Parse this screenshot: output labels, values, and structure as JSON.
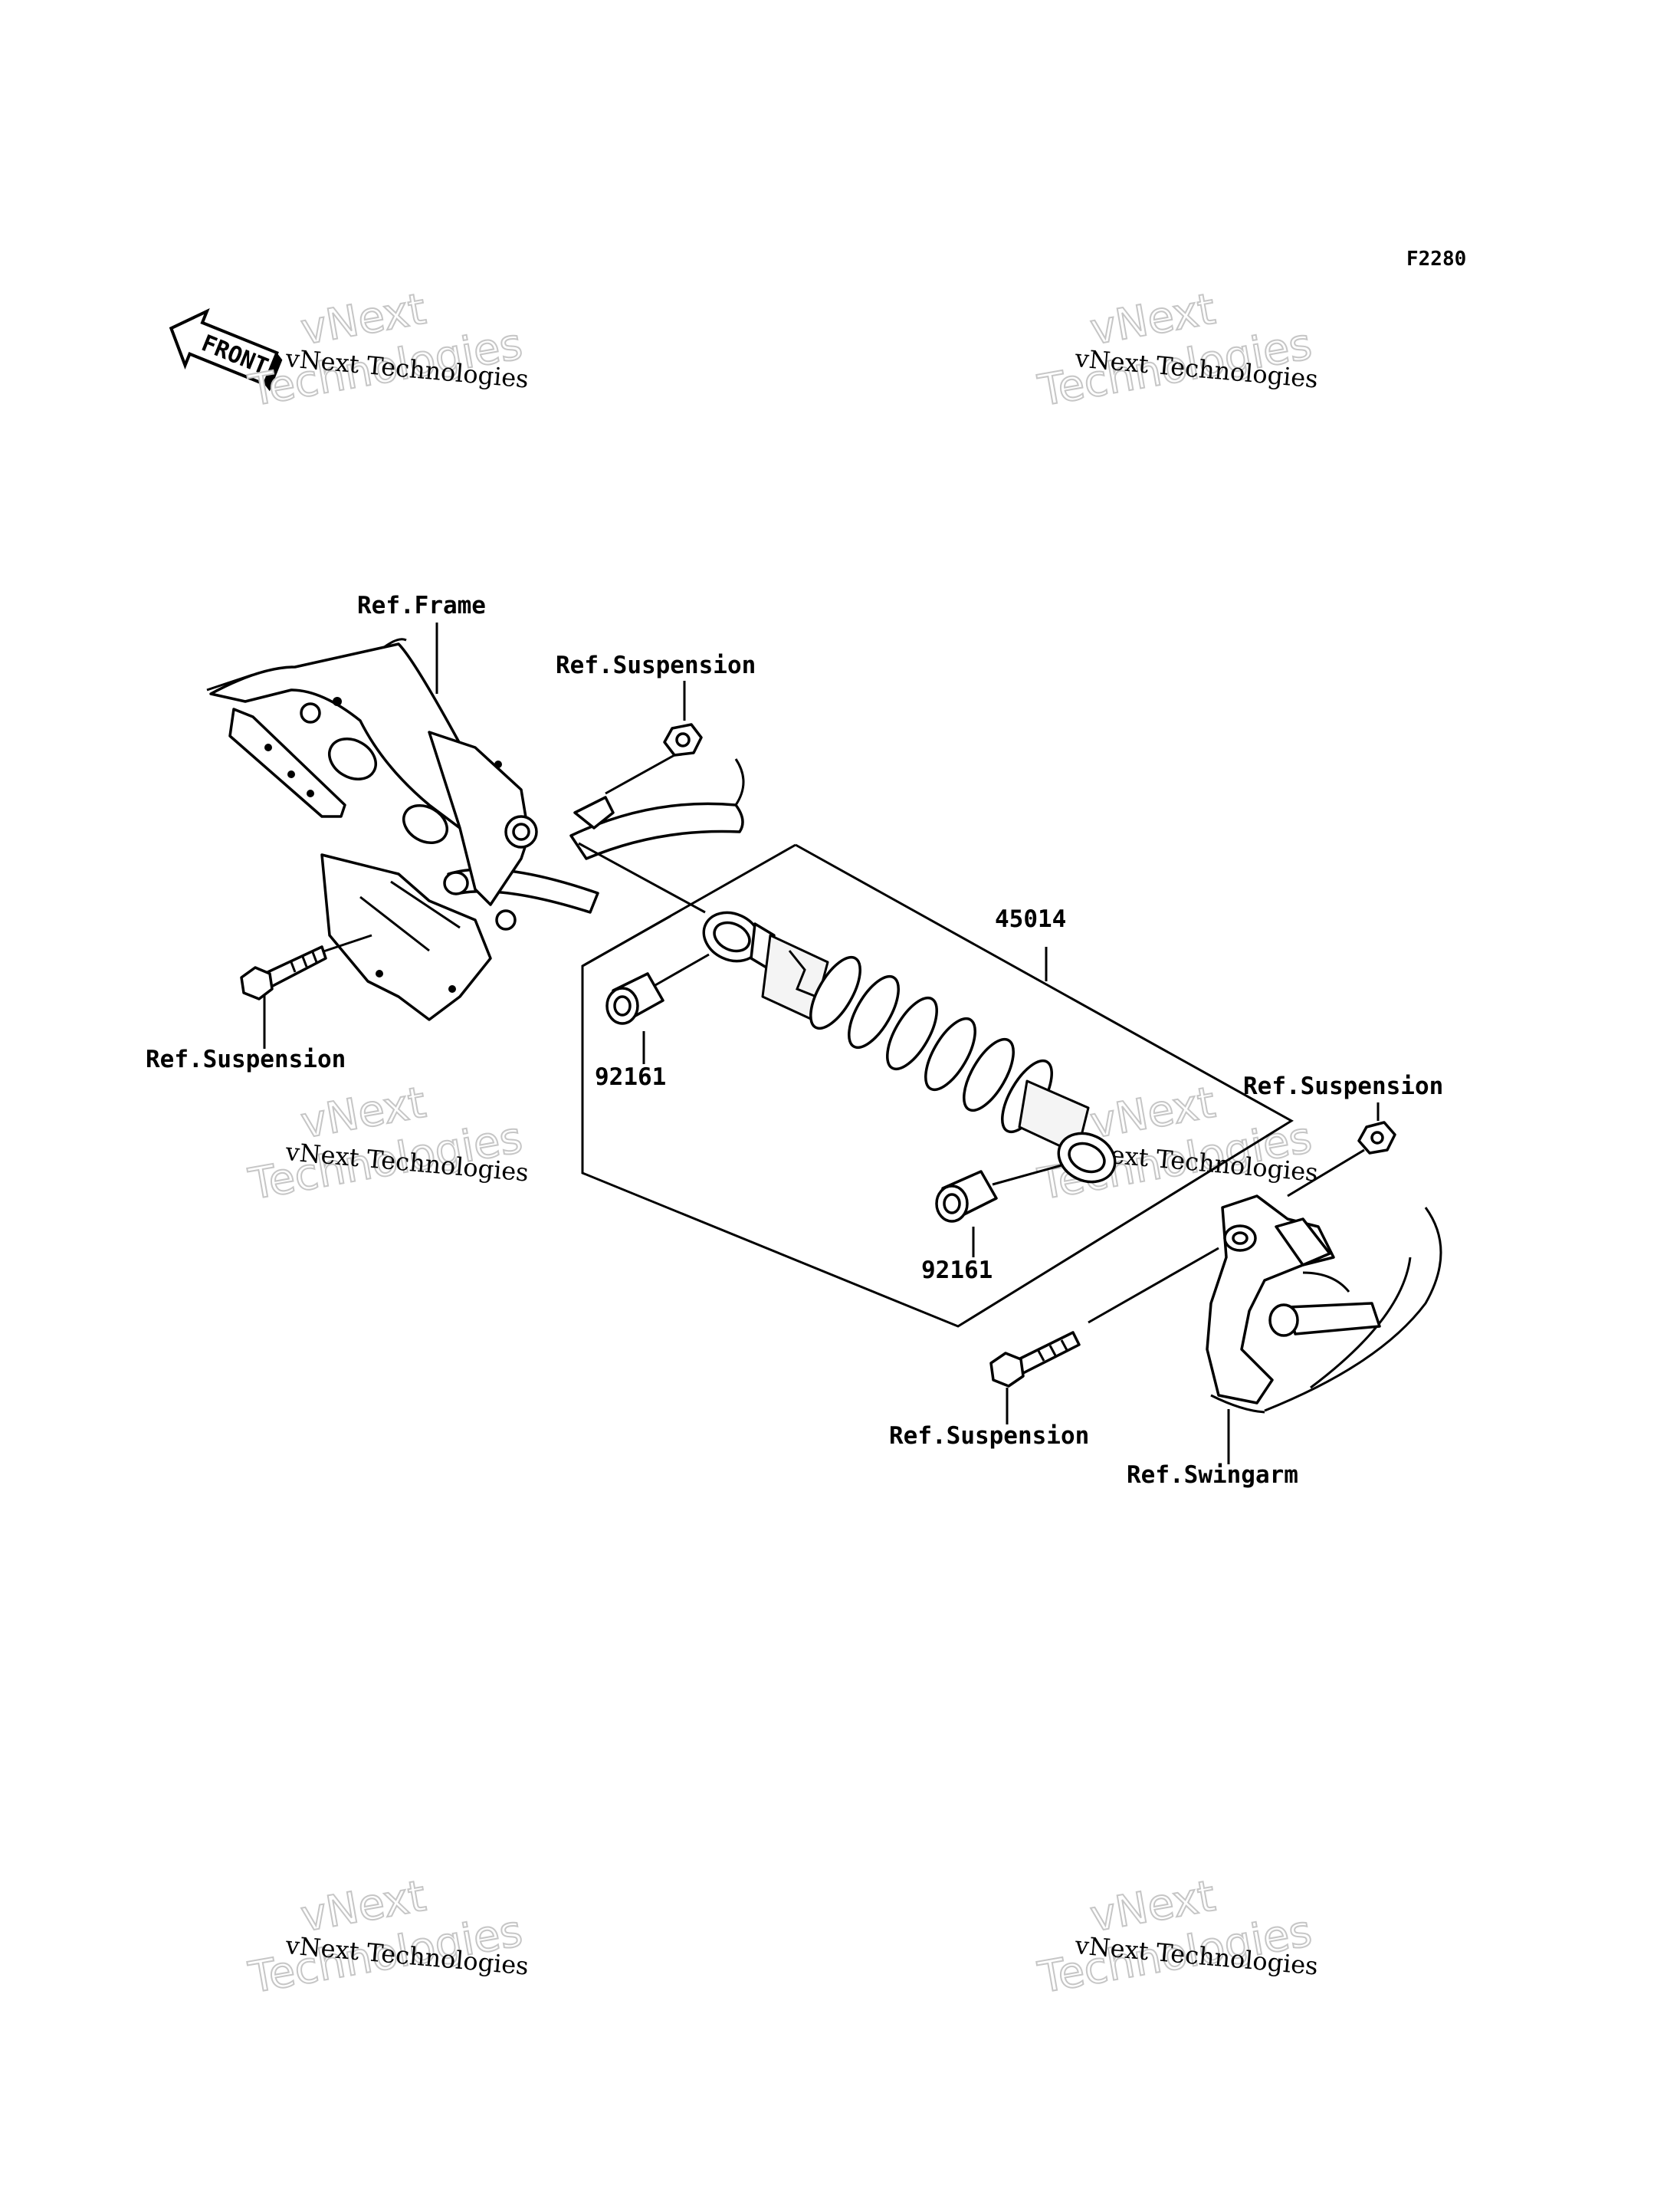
{
  "diagram_code": "F2280",
  "front_arrow": "FRONT",
  "watermark": {
    "brand": "vNext",
    "company": "vNext Technologies",
    "word": "Technologies"
  },
  "labels": {
    "ref_frame": "Ref.Frame",
    "ref_suspension_top": "Ref.Suspension",
    "ref_suspension_left": "Ref.Suspension",
    "ref_suspension_right": "Ref.Suspension",
    "ref_suspension_bottom": "Ref.Suspension",
    "ref_swingarm": "Ref.Swingarm",
    "part_shock": "45014",
    "part_bushing_upper": "92161",
    "part_bushing_lower": "92161"
  }
}
